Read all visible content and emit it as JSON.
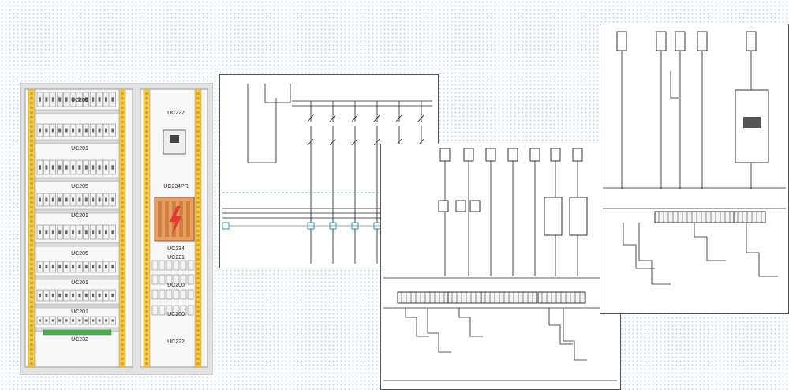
{
  "cabinet": {
    "left_column_labels": [
      "UC205",
      "UC201",
      "UC205",
      "UC201",
      "UC205",
      "UC201",
      "UC201",
      "UC232"
    ],
    "right_column_labels": [
      "UC222",
      "UC234PR",
      "UC234",
      "UC221",
      "UC200",
      "UC200",
      "UC222"
    ]
  },
  "colors": {
    "rail": "#f2c74a",
    "breaker": "#f2f2f2",
    "terminal_green": "#4caf50",
    "busbar_orange": "#e8a060",
    "danger_red": "#e53935",
    "wire": "#222222",
    "dashed_green": "#4caf50",
    "terminal_cyan": "#1da1c9"
  }
}
